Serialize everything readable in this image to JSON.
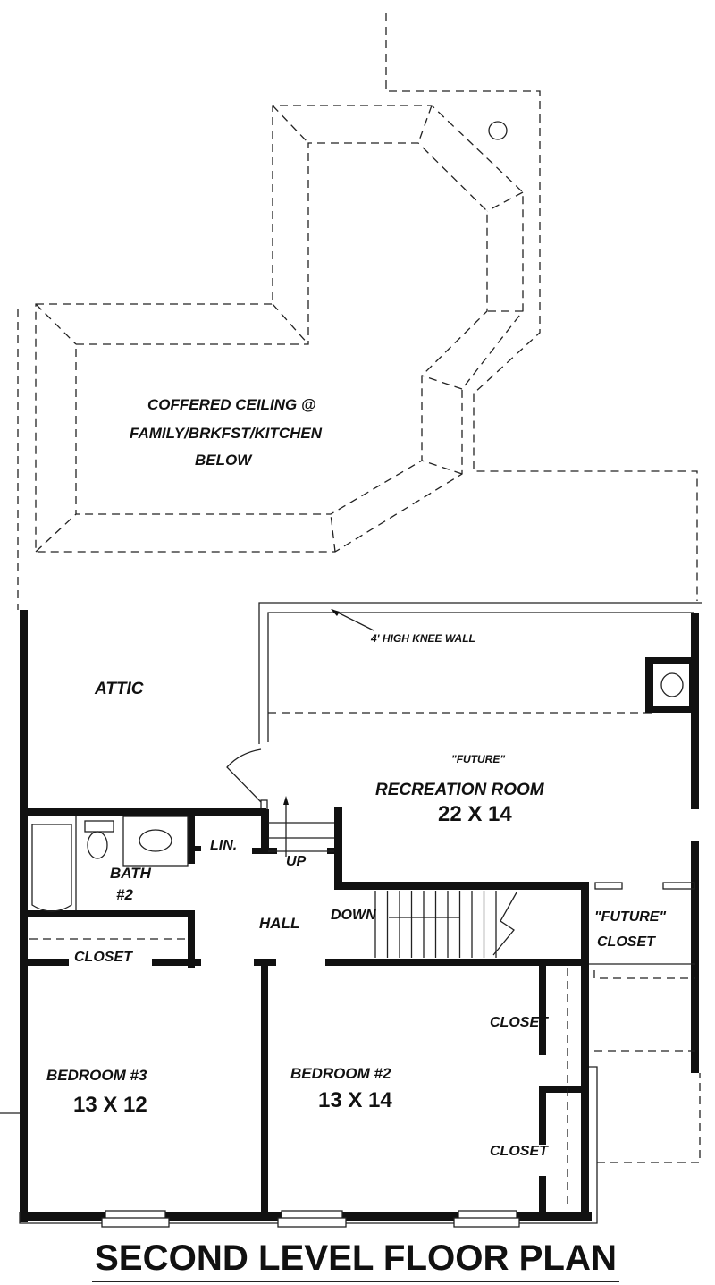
{
  "plan": {
    "title": "SECOND LEVEL FLOOR PLAN",
    "ceiling_note": [
      "COFFERED CEILING @",
      "FAMILY/BRKFST/KITCHEN",
      "BELOW"
    ],
    "knee_wall_note": "4' HIGH KNEE WALL",
    "rooms": {
      "attic": "ATTIC",
      "rec_future": "\"FUTURE\"",
      "rec_name": "RECREATION ROOM",
      "rec_size": "22 X 14",
      "linen": "LIN.",
      "up": "UP",
      "down": "DOWN",
      "bath": "BATH",
      "bath_num": "#2",
      "hall": "HALL",
      "closet_hall": "CLOSET",
      "future_closet_1": "\"FUTURE\"",
      "future_closet_2": "CLOSET",
      "closet_upper": "CLOSET",
      "closet_lower": "CLOSET",
      "bed3_name": "BEDROOM #3",
      "bed3_size": "13 X 12",
      "bed2_name": "BEDROOM #2",
      "bed2_size": "13 X 14"
    }
  }
}
